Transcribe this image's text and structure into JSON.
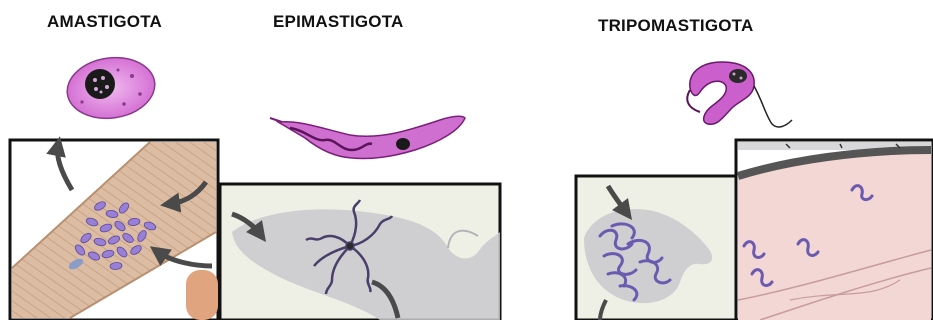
{
  "labels": {
    "amastigote": "AMASTIGOTA",
    "epimastigote": "EPIMASTIGOTA",
    "trypomastigote": "TRIPOMASTIGOTA"
  },
  "colors": {
    "parasite_fill": "#c966c9",
    "parasite_outline": "#7a1f7a",
    "nucleus": "#1a1a1a",
    "muscle_tissue": "#d9b79c",
    "blood_vessel": "#f1cfcf",
    "insect_gut": "#c9c9c9",
    "panel_bg": "#eef0e6",
    "frame": "#111111",
    "arrow": "#4a4a4a",
    "cluster": "#9a7fd6"
  },
  "icons": [
    "amastigote-cell-icon",
    "epimastigote-cell-icon",
    "trypomastigote-cell-icon"
  ]
}
